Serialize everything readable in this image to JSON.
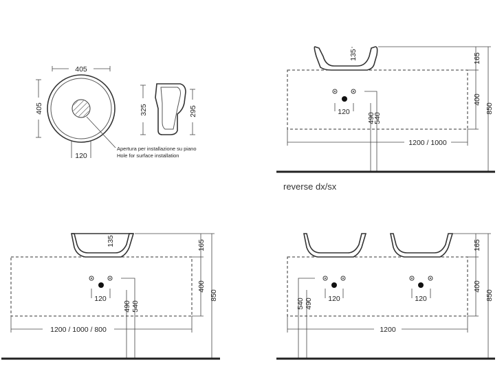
{
  "top_view": {
    "width_label": "405",
    "height_label": "405",
    "hole_label": "120",
    "note_it": "Apertura per installazione su piano",
    "note_en": "Hole for surface installation"
  },
  "section_view": {
    "outer_height_label": "325",
    "inner_height_label": "295"
  },
  "panel_right_top": {
    "bowl_depth": "135",
    "bowl_height": "165",
    "cabinet_height": "400",
    "total_height": "850",
    "hole_spacing": "120",
    "drain_a": "490",
    "drain_b": "540",
    "width": "1200 / 1000"
  },
  "caption": "reverse dx/sx",
  "panel_left_bottom": {
    "bowl_depth": "135",
    "bowl_height": "165",
    "cabinet_height": "400",
    "total_height": "850",
    "hole_spacing": "120",
    "drain_a": "490",
    "drain_b": "540",
    "width": "1200 / 1000 / 800"
  },
  "panel_right_bottom": {
    "bowl_height": "165",
    "cabinet_height": "400",
    "total_height": "850",
    "hole_spacing_left": "120",
    "hole_spacing_right": "120",
    "drain_a": "540",
    "drain_b": "490",
    "width": "1200"
  }
}
